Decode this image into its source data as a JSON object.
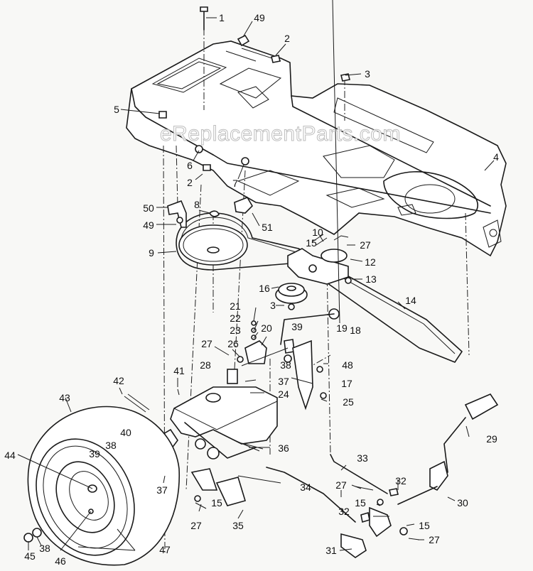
{
  "diagram": {
    "title": "Transaxle / Drive Frame Exploded Parts Diagram",
    "watermark": "eReplacementParts.com",
    "components": {
      "frame": "Frame",
      "drive_pulley": "Engine drive pulley",
      "idler_pulley": "Idler pulley",
      "belt": "Drive belt",
      "transaxle": "Transaxle",
      "wheel": "Rear wheel & tire",
      "shift_lever": "Shift lever",
      "lever_grip": "Lever grip",
      "brake_rod": "Brake rod",
      "clutch_rod": "Clutch rod"
    },
    "callouts": [
      {
        "id": "c1",
        "label": "1"
      },
      {
        "id": "c49a",
        "label": "49"
      },
      {
        "id": "c2a",
        "label": "2"
      },
      {
        "id": "c3a",
        "label": "3"
      },
      {
        "id": "c4",
        "label": "4"
      },
      {
        "id": "c5",
        "label": "5"
      },
      {
        "id": "c6",
        "label": "6"
      },
      {
        "id": "c2b",
        "label": "2"
      },
      {
        "id": "c7",
        "label": "7"
      },
      {
        "id": "c8",
        "label": "8"
      },
      {
        "id": "c50",
        "label": "50"
      },
      {
        "id": "c49b",
        "label": "49"
      },
      {
        "id": "c51",
        "label": "51"
      },
      {
        "id": "c9",
        "label": "9"
      },
      {
        "id": "c10",
        "label": "10"
      },
      {
        "id": "c15a",
        "label": "15"
      },
      {
        "id": "c27a",
        "label": "27"
      },
      {
        "id": "c12",
        "label": "12"
      },
      {
        "id": "c13",
        "label": "13"
      },
      {
        "id": "c16",
        "label": "16"
      },
      {
        "id": "c14",
        "label": "14"
      },
      {
        "id": "c3b",
        "label": "3"
      },
      {
        "id": "c21",
        "label": "21"
      },
      {
        "id": "c19",
        "label": "19"
      },
      {
        "id": "c18",
        "label": "18"
      },
      {
        "id": "c22",
        "label": "22"
      },
      {
        "id": "c20",
        "label": "20"
      },
      {
        "id": "c23",
        "label": "23"
      },
      {
        "id": "c39a",
        "label": "39"
      },
      {
        "id": "c27b",
        "label": "27"
      },
      {
        "id": "c26",
        "label": "26"
      },
      {
        "id": "c38a",
        "label": "38"
      },
      {
        "id": "c48",
        "label": "48"
      },
      {
        "id": "c41",
        "label": "41"
      },
      {
        "id": "c28",
        "label": "28"
      },
      {
        "id": "c37a",
        "label": "37"
      },
      {
        "id": "c17",
        "label": "17"
      },
      {
        "id": "c24",
        "label": "24"
      },
      {
        "id": "c42",
        "label": "42"
      },
      {
        "id": "c25",
        "label": "25"
      },
      {
        "id": "c43",
        "label": "43"
      },
      {
        "id": "c40",
        "label": "40"
      },
      {
        "id": "c29",
        "label": "29"
      },
      {
        "id": "c38b",
        "label": "38"
      },
      {
        "id": "c36",
        "label": "36"
      },
      {
        "id": "c44",
        "label": "44"
      },
      {
        "id": "c39b",
        "label": "39"
      },
      {
        "id": "c33",
        "label": "33"
      },
      {
        "id": "c37b",
        "label": "37"
      },
      {
        "id": "c32a",
        "label": "32"
      },
      {
        "id": "c27c",
        "label": "27"
      },
      {
        "id": "c34",
        "label": "34"
      },
      {
        "id": "c30",
        "label": "30"
      },
      {
        "id": "c15b",
        "label": "15"
      },
      {
        "id": "c15c",
        "label": "15"
      },
      {
        "id": "c32b",
        "label": "32"
      },
      {
        "id": "c15d",
        "label": "15"
      },
      {
        "id": "c27d",
        "label": "27"
      },
      {
        "id": "c35",
        "label": "35"
      },
      {
        "id": "c27e",
        "label": "27"
      },
      {
        "id": "c38c",
        "label": "38"
      },
      {
        "id": "c47",
        "label": "47"
      },
      {
        "id": "c45",
        "label": "45"
      },
      {
        "id": "c46",
        "label": "46"
      },
      {
        "id": "c31",
        "label": "31"
      }
    ]
  }
}
